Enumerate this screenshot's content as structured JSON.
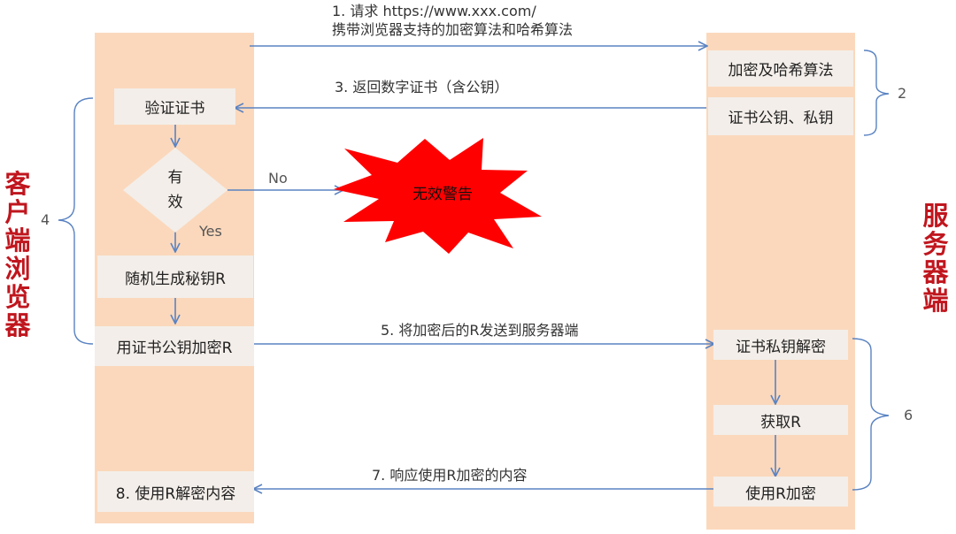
{
  "client": {
    "title": "客户端浏览器",
    "steps": {
      "verify_cert": "验证证书",
      "valid_q": "有效",
      "random_key": "随机生成秘钥R",
      "encrypt_r": "用证书公钥加密R",
      "decrypt_content": "8. 使用R解密内容"
    }
  },
  "server": {
    "title": "服务器端",
    "steps": {
      "algorithms": "加密及哈希算法",
      "key_pair": "证书公钥、私钥",
      "decrypt_r": "证书私钥解密",
      "obtain_r": "获取R",
      "use_r": "使用R加密"
    }
  },
  "arrows": {
    "step1_line1": "1. 请求 https://www.xxx.com/",
    "step1_line2": "携带浏览器支持的加密算法和哈希算法",
    "step3": "3. 返回数字证书（含公钥）",
    "step5": "5. 将加密后的R发送到服务器端",
    "step7": "7. 响应使用R加密的内容",
    "no": "No",
    "yes": "Yes"
  },
  "brackets": {
    "b2": "2",
    "b4": "4",
    "b6": "6"
  },
  "warning": "无效警告",
  "colors": {
    "lane": "#fbd8bc",
    "box": "#f3eee9",
    "arrow": "#5a83c2",
    "title": "#c0161e",
    "burst": "#ff0000"
  }
}
